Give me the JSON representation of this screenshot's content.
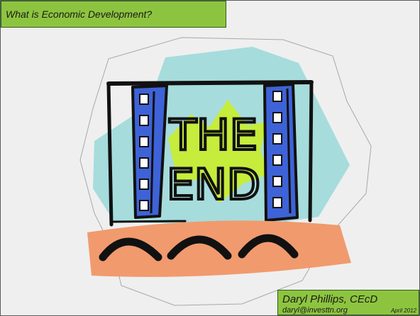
{
  "slide": {
    "title": "What is Economic Development?"
  },
  "clipart": {
    "caption_line1": "THE",
    "caption_line2": "END"
  },
  "footer": {
    "author": "Daryl Phillips, CEcD",
    "email": "daryl@investtn.org",
    "date": "April 2012"
  },
  "colors": {
    "title_bar": "#8dc43f",
    "slide_background": "#efefef",
    "backdrop_cyan": "#a6dcdc",
    "backdrop_green": "#c6ec3c",
    "filmstrip_blue": "#3e63d8",
    "seats_orange": "#f19a6e"
  }
}
